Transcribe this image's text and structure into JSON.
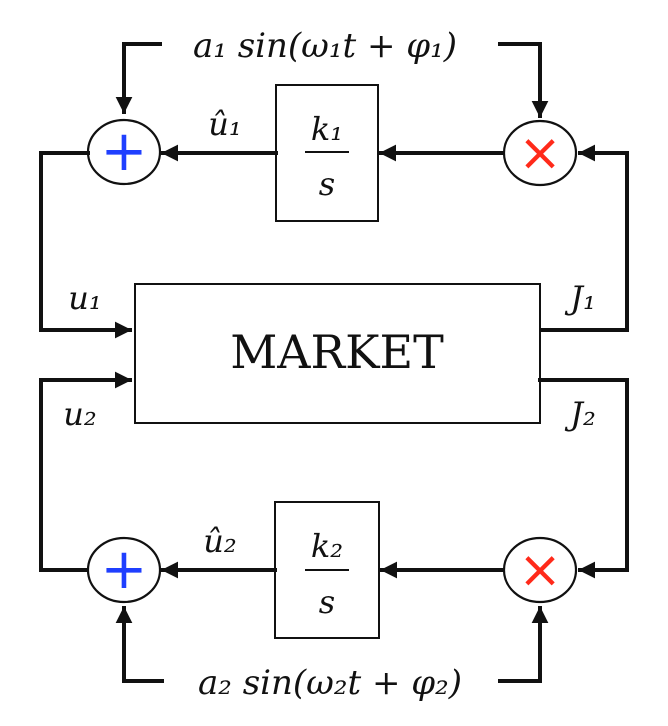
{
  "market": {
    "label": "MARKET"
  },
  "loops": [
    {
      "dither": "a₁ sin(ω₁t + φ₁)",
      "u_hat": "û₁",
      "u": "u₁",
      "J": "J₁",
      "integrator": {
        "num": "k₁",
        "den": "s"
      },
      "sum_symbol": "+",
      "mult_symbol": "×"
    },
    {
      "dither": "a₂ sin(ω₂t + φ₂)",
      "u_hat": "û₂",
      "u": "u₂",
      "J": "J₂",
      "integrator": {
        "num": "k₂",
        "den": "s"
      },
      "sum_symbol": "+",
      "mult_symbol": "×"
    }
  ],
  "colors": {
    "sum": "#1f3fff",
    "mult": "#ff2a1a",
    "line": "#111111"
  }
}
